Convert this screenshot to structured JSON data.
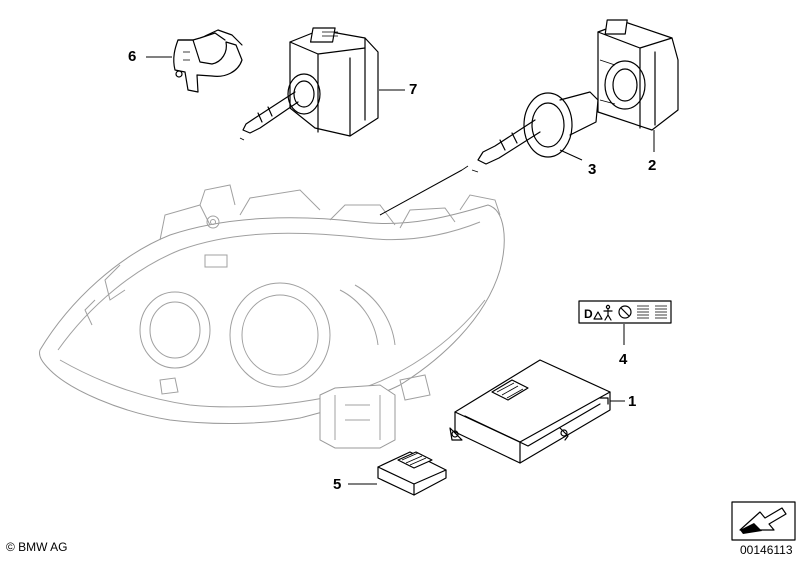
{
  "callouts": {
    "c1": "1",
    "c2": "2",
    "c3": "3",
    "c4": "4",
    "c5": "5",
    "c6": "6",
    "c7": "7"
  },
  "copyright": "© BMW AG",
  "diagram_number": "00146113",
  "colors": {
    "line": "#000000",
    "housing": "#9a9a9a",
    "background": "#ffffff"
  },
  "icons": [
    "headlight-housing-drawing",
    "xenon-bulb-drawing",
    "ignition-module-drawing",
    "control-unit-drawing",
    "warning-label-drawing",
    "retaining-clip-drawing",
    "direction-arrow-icon"
  ]
}
